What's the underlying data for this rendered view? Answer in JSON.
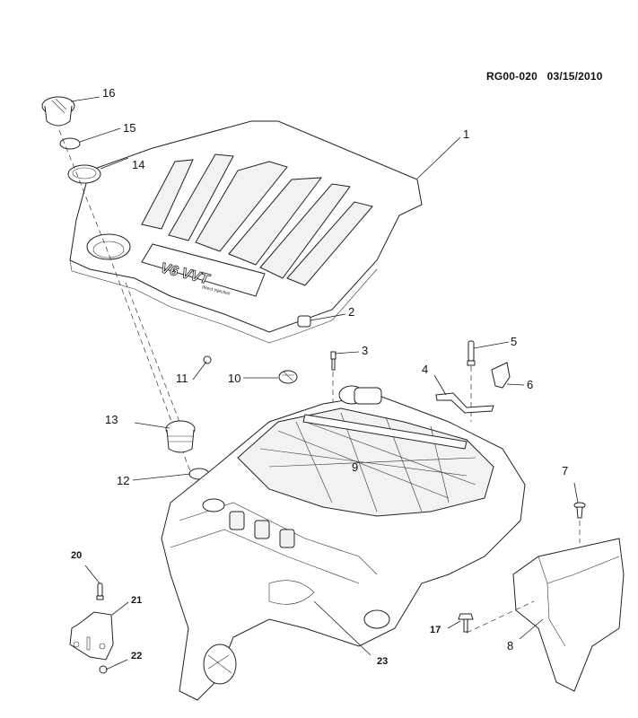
{
  "header": {
    "diagram_id": "RG00-020",
    "date": "03/15/2010"
  },
  "cover_emblem": {
    "text": "V6 VVT",
    "subtext": "direct injection"
  },
  "callouts": [
    {
      "id": "c1",
      "label": "1",
      "part": "engine-cover"
    },
    {
      "id": "c2",
      "label": "2",
      "part": "cover-grommet"
    },
    {
      "id": "c3",
      "label": "3",
      "part": "stud-bolt"
    },
    {
      "id": "c4",
      "label": "4",
      "part": "bracket"
    },
    {
      "id": "c5",
      "label": "5",
      "part": "stud-bolt"
    },
    {
      "id": "c6",
      "label": "6",
      "part": "clip"
    },
    {
      "id": "c7",
      "label": "7",
      "part": "push-pin-retainer"
    },
    {
      "id": "c8",
      "label": "8",
      "part": "side-shield"
    },
    {
      "id": "c9",
      "label": "9",
      "part": "intake-manifold"
    },
    {
      "id": "c10",
      "label": "10",
      "part": "grommet"
    },
    {
      "id": "c11",
      "label": "11",
      "part": "clip"
    },
    {
      "id": "c12",
      "label": "12",
      "part": "seal-ring"
    },
    {
      "id": "c13",
      "label": "13",
      "part": "filler-tube"
    },
    {
      "id": "c14",
      "label": "14",
      "part": "seal"
    },
    {
      "id": "c15",
      "label": "15",
      "part": "o-ring"
    },
    {
      "id": "c16",
      "label": "16",
      "part": "oil-filler-cap"
    },
    {
      "id": "c17",
      "label": "17",
      "part": "bolt"
    },
    {
      "id": "c20",
      "label": "20",
      "part": "bolt"
    },
    {
      "id": "c21",
      "label": "21",
      "part": "bracket"
    },
    {
      "id": "c22",
      "label": "22",
      "part": "nut"
    },
    {
      "id": "c23",
      "label": "23",
      "part": "engine-assembly"
    }
  ]
}
